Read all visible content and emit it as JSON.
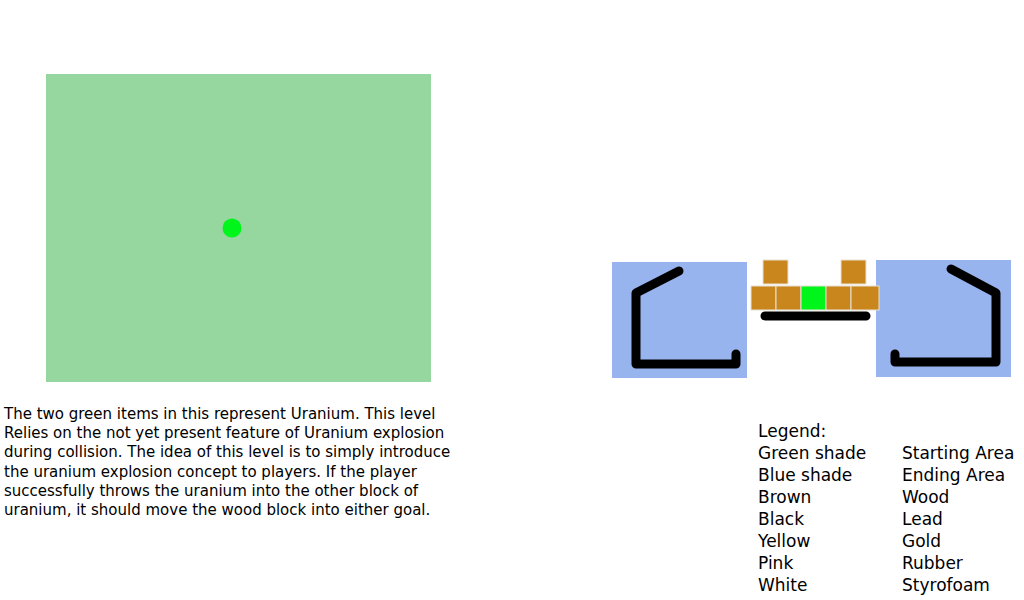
{
  "diagram": {
    "labels": [
      "The two green items in this represent Uranium. This level Relies on the not yet present feature of Uranium explosion during collision. The idea of this level is to simply introduce the uranium explosion concept to players. If the player successfully throws the uranium into the other block of uranium, it should move the wood block into either goal.",
      "Legend:",
      "Green shade",
      "Starting Area",
      "Blue shade",
      "Ending Area",
      "Brown",
      "Wood",
      "Black",
      "Lead",
      "Yellow",
      "Gold",
      "Pink",
      "Rubber",
      "White",
      "Styrofoam"
    ]
  }
}
